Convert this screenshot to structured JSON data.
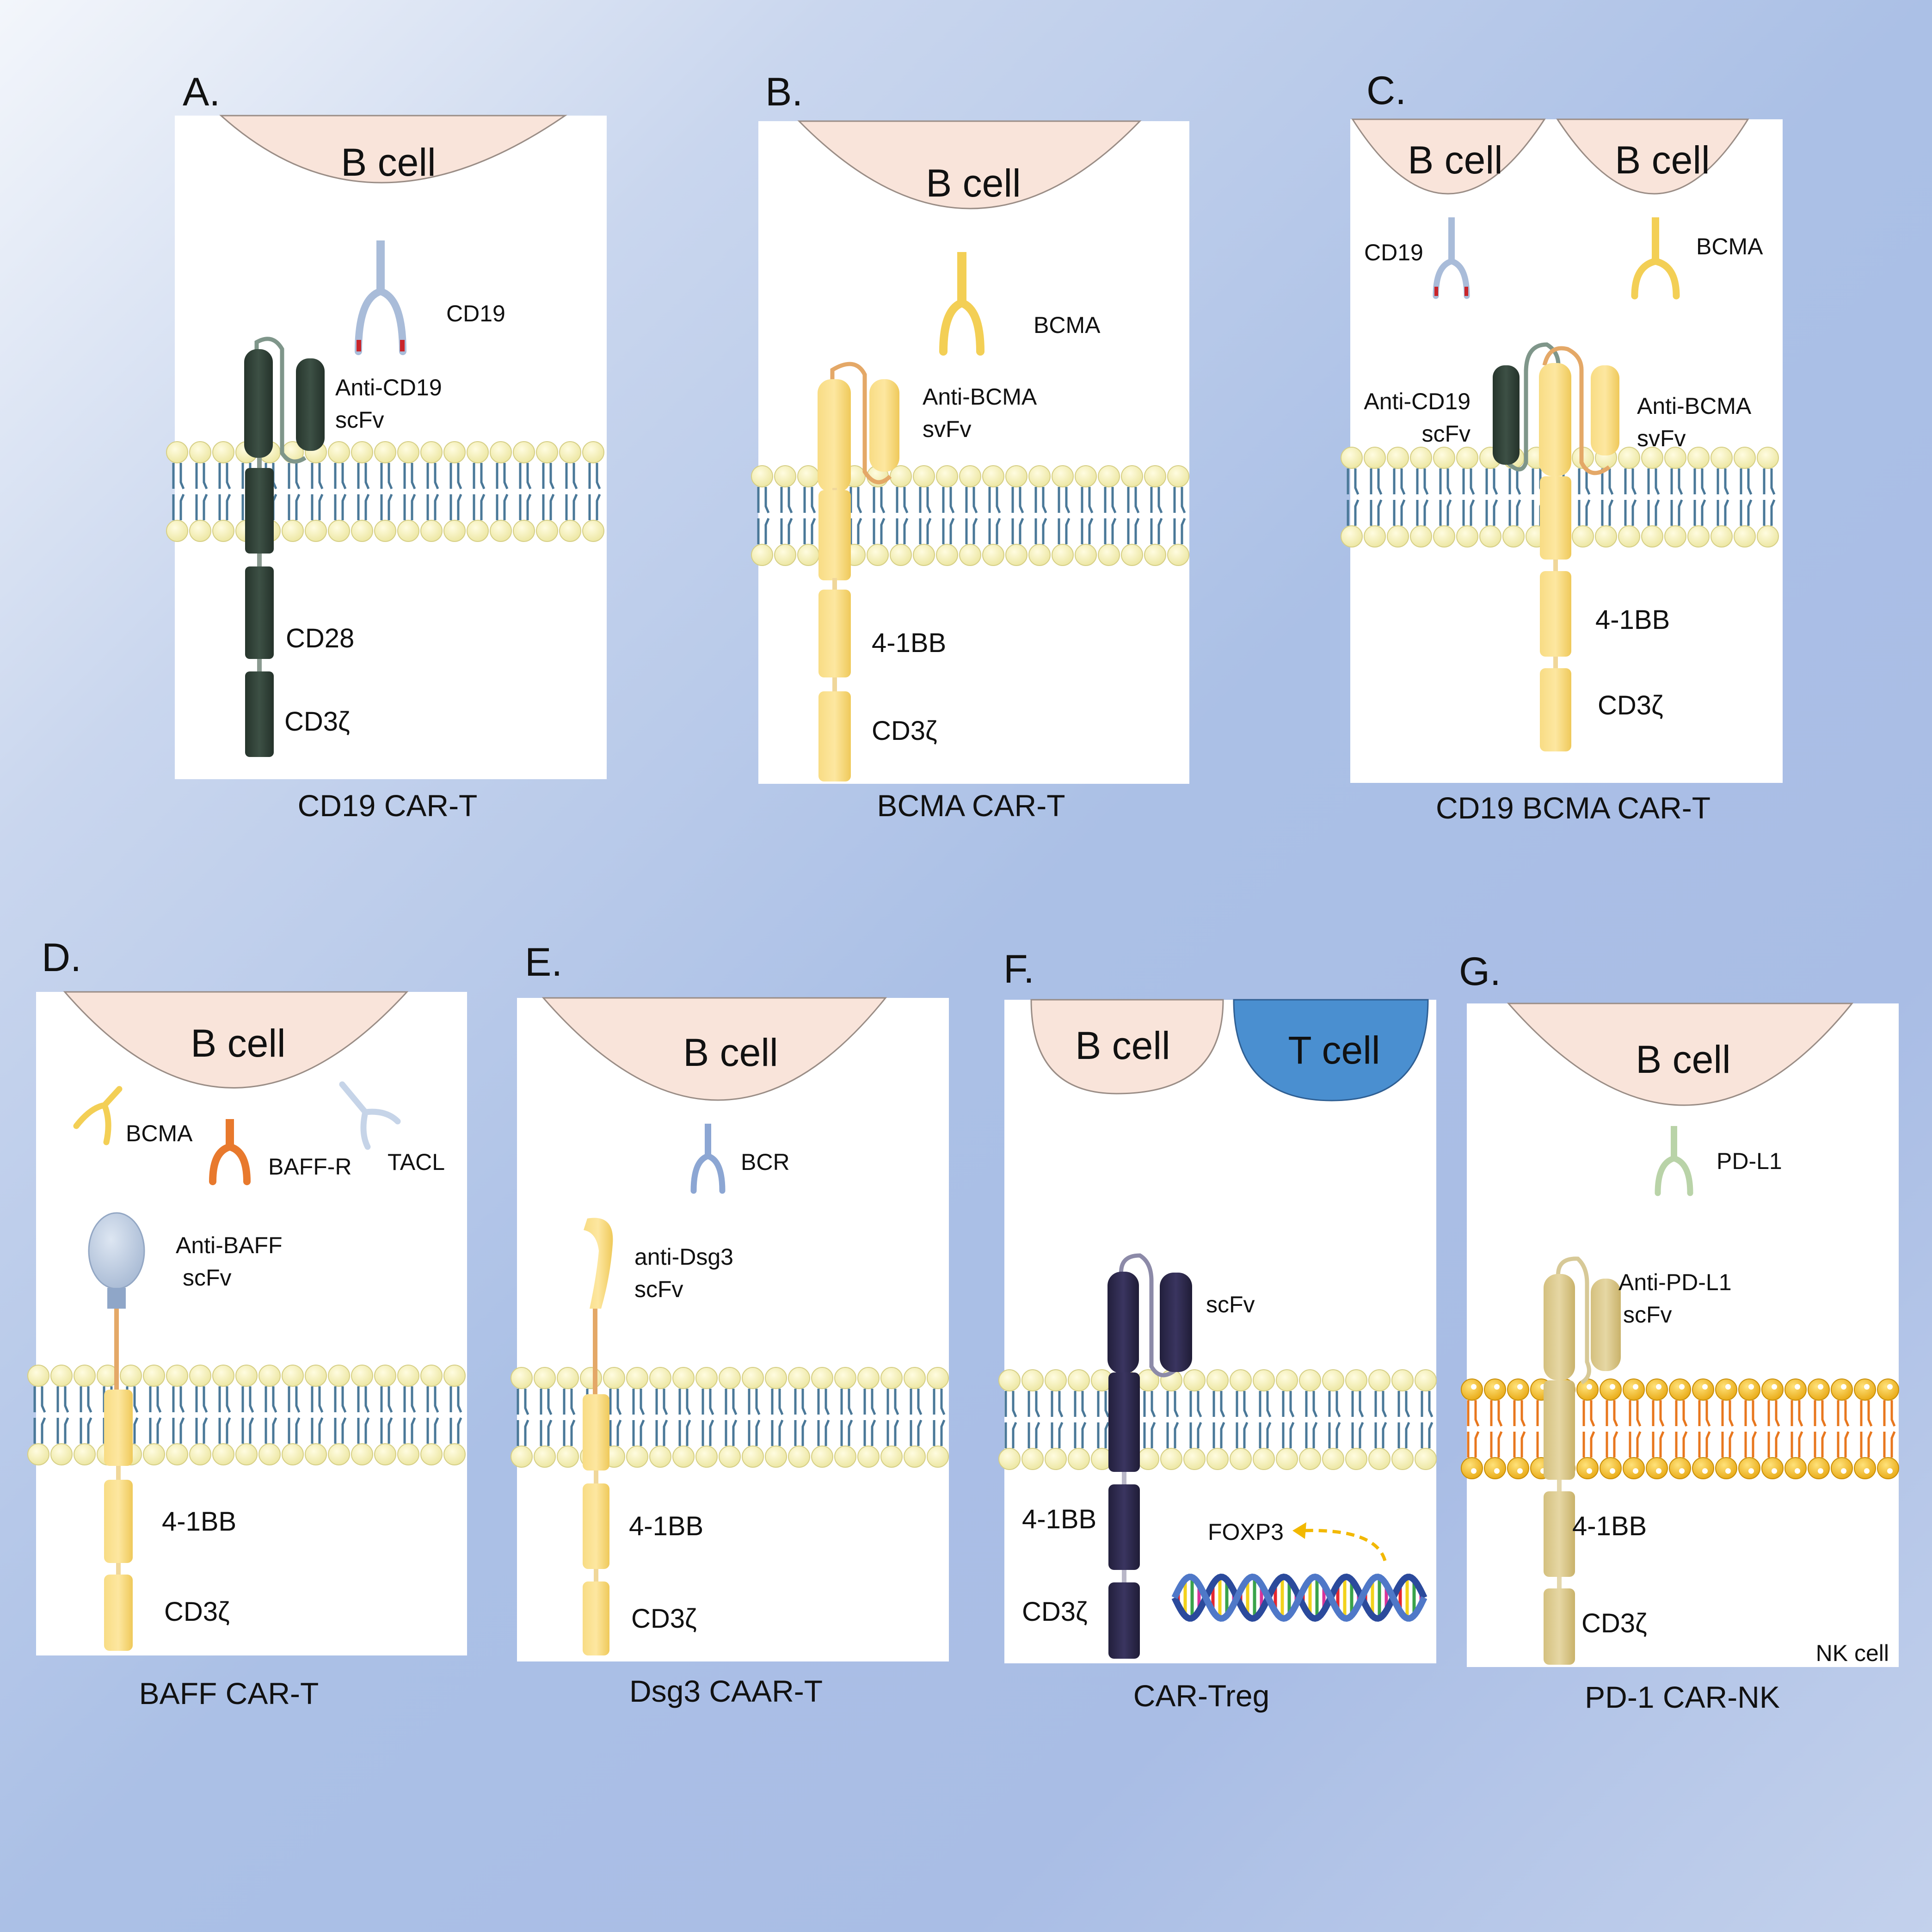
{
  "panels": [
    {
      "id": "A",
      "letter": "A.",
      "caption": "CD19  CAR-T",
      "cells": [
        "B cell"
      ],
      "antigen_labels": [
        "CD19"
      ],
      "binder_label": [
        "Anti-CD19",
        "scFv"
      ],
      "domain_labels": [
        "CD28",
        "CD3ζ"
      ],
      "car_color": "#2e3f36"
    },
    {
      "id": "B",
      "letter": "B.",
      "caption": "BCMA  CAR-T",
      "cells": [
        "B cell"
      ],
      "antigen_labels": [
        "BCMA"
      ],
      "binder_label": [
        "Anti-BCMA",
        "svFv"
      ],
      "domain_labels": [
        "4-1BB",
        "CD3ζ"
      ],
      "car_color": "#f6d67a"
    },
    {
      "id": "C",
      "letter": "C.",
      "caption": "CD19 BCMA  CAR-T",
      "cells": [
        "B cell",
        "B cell"
      ],
      "antigen_labels": [
        "CD19",
        "BCMA"
      ],
      "binder_label": [
        "Anti-CD19",
        "scFv"
      ],
      "binder_label2": [
        "Anti-BCMA",
        "svFv"
      ],
      "domain_labels": [
        "4-1BB",
        "CD3ζ"
      ],
      "car_color": "#f6d67a"
    },
    {
      "id": "D",
      "letter": "D.",
      "caption": "BAFF  CAR-T",
      "cells": [
        "B cell"
      ],
      "antigen_labels": [
        "BCMA",
        "BAFF-R",
        "TACL"
      ],
      "binder_label": [
        "Anti-BAFF",
        "scFv"
      ],
      "domain_labels": [
        "4-1BB",
        "CD3ζ"
      ],
      "car_color": "#f6d67a"
    },
    {
      "id": "E",
      "letter": "E.",
      "caption": "Dsg3  CAAR-T",
      "cells": [
        "B cell"
      ],
      "antigen_labels": [
        "BCR"
      ],
      "binder_label": [
        "anti-Dsg3",
        "scFv"
      ],
      "domain_labels": [
        "4-1BB",
        "CD3ζ"
      ],
      "car_color": "#f6d67a"
    },
    {
      "id": "F",
      "letter": "F.",
      "caption": "CAR-Treg",
      "cells": [
        "B cell",
        "T cell"
      ],
      "antigen_labels": [],
      "binder_label": [
        "scFv"
      ],
      "domain_labels": [
        "4-1BB",
        "CD3ζ"
      ],
      "extra_label": "FOXP3",
      "car_color": "#2a2645"
    },
    {
      "id": "G",
      "letter": "G.",
      "caption": "PD-1 CAR-NK",
      "cells": [
        "B cell"
      ],
      "antigen_labels": [
        "PD-L1"
      ],
      "binder_label": [
        "Anti-PD-L1",
        "scFv"
      ],
      "domain_labels": [
        "4-1BB",
        "CD3ζ"
      ],
      "corner_label": "NK cell",
      "car_color": "#d8c68e"
    }
  ],
  "colors": {
    "b_cell": "#f9e4da",
    "t_cell": "#4a8fd0",
    "membrane_head": "#f6f1b8",
    "membrane_tail": "#4a7898",
    "nk_head": "#f2b71f",
    "nk_tail": "#e8771e",
    "cd19_receptor": "#a9bcd9",
    "bcma_receptor": "#f3cf55",
    "baffr_receptor": "#e8792d",
    "tacl_receptor": "#c6d4e8",
    "bcr_receptor": "#8ca6d3",
    "pdl1_receptor": "#b9d3a8"
  }
}
